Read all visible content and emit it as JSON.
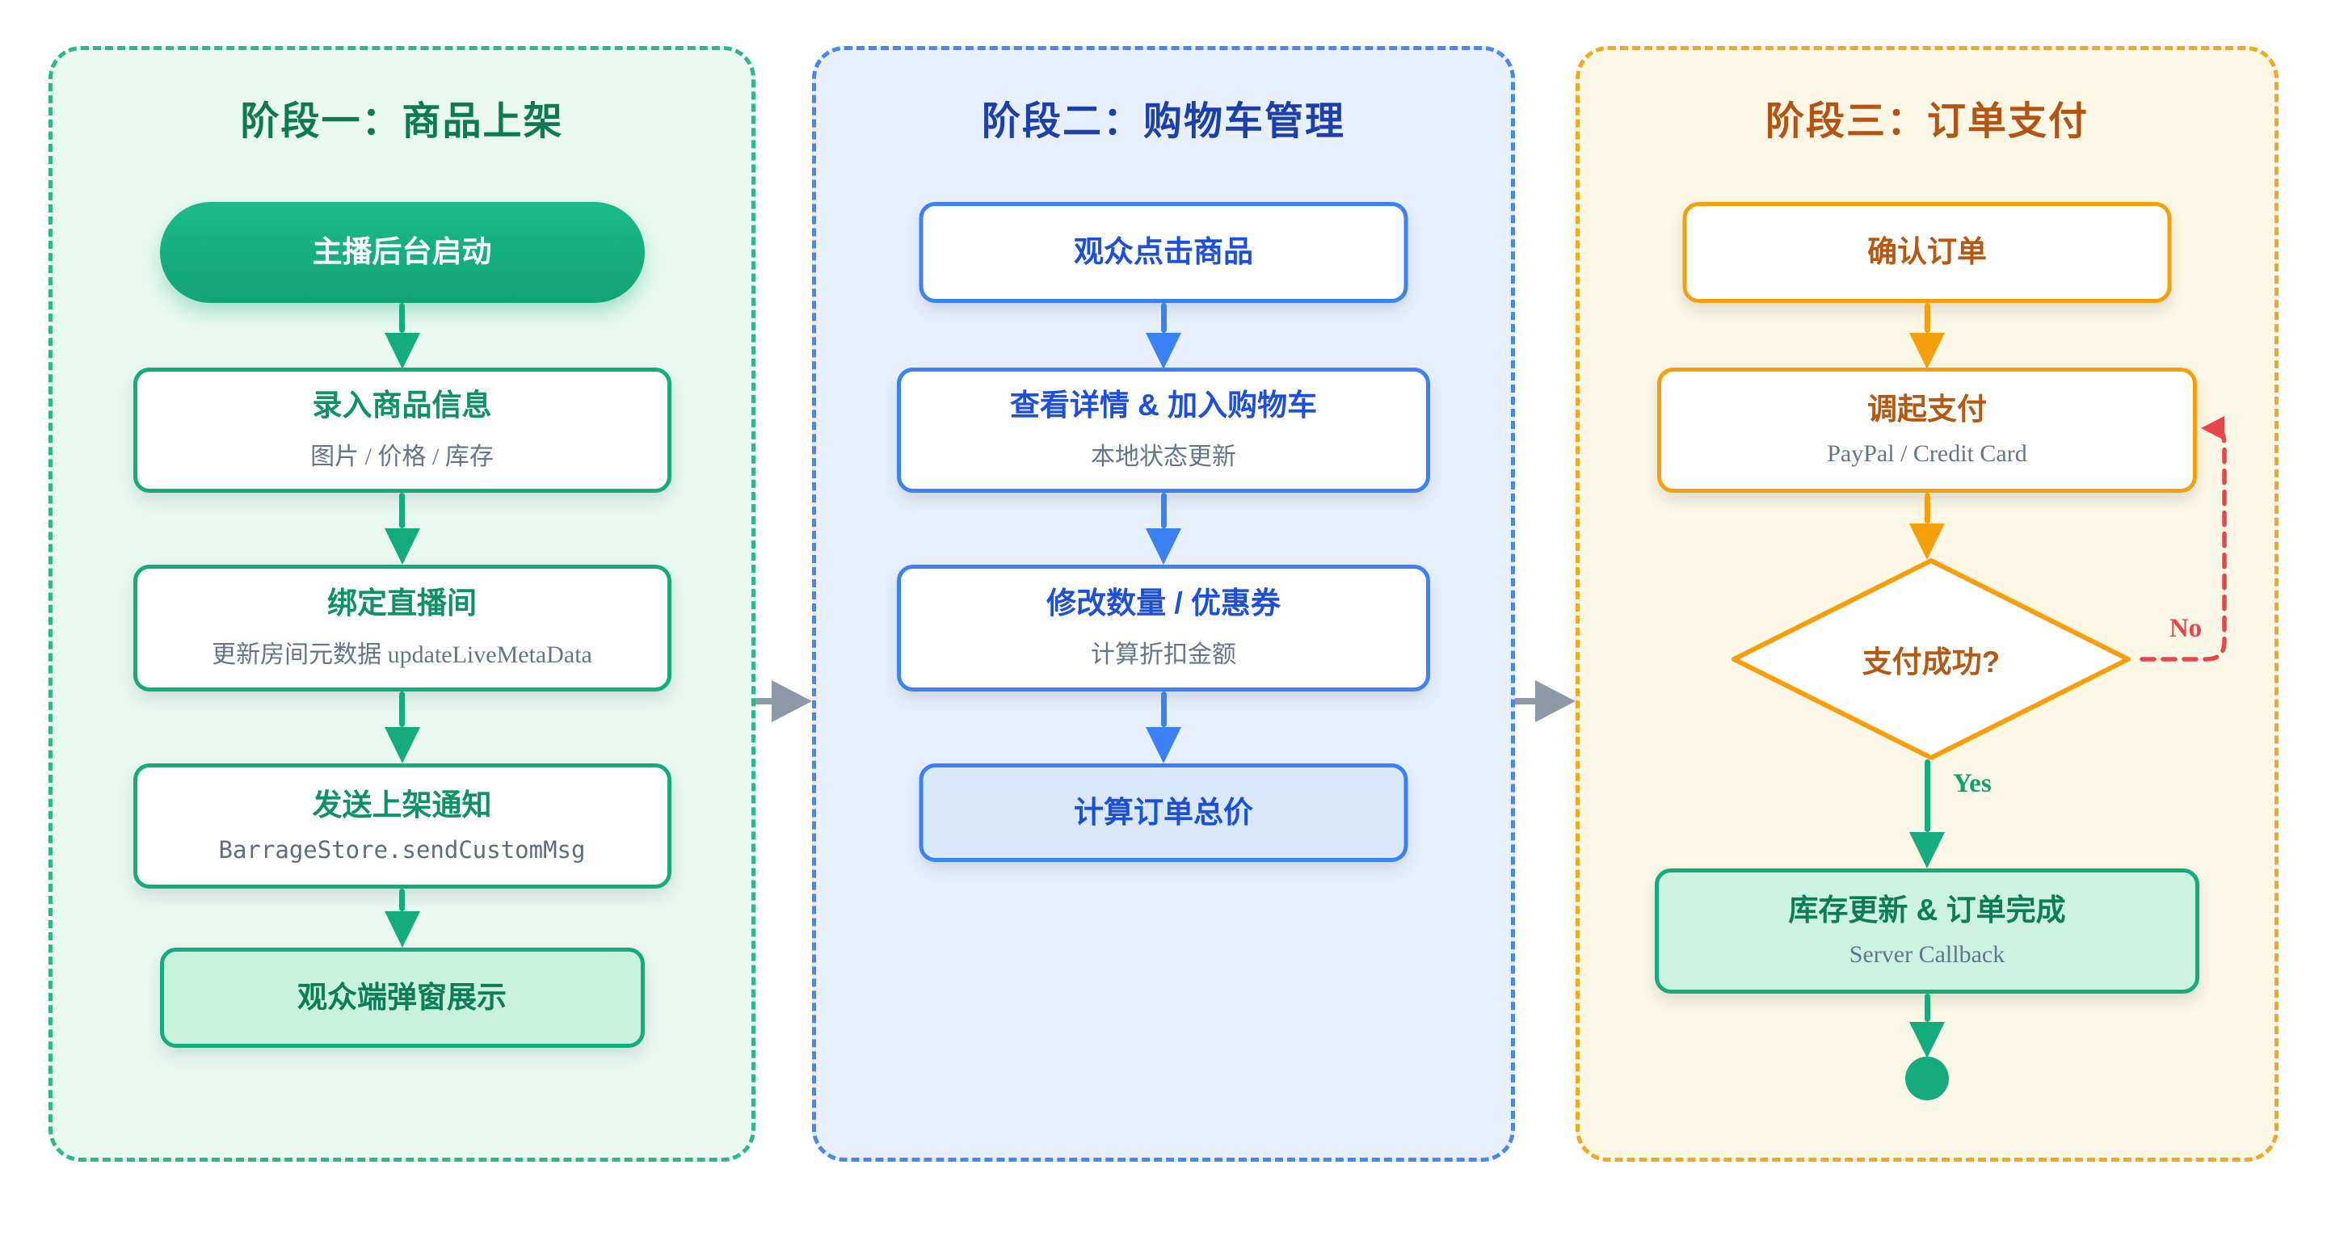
{
  "colors": {
    "stage1_accent": "#14ac7c",
    "stage1_bg": "#e9f9f1",
    "stage2_accent": "#3b82f6",
    "stage2_bg": "#e9f0fd",
    "stage3_accent": "#f5a00b",
    "stage3_bg": "#fdf8e5",
    "no_edge_red": "#e8464e",
    "connector_gray": "#8e99a8"
  },
  "panels": [
    {
      "title": "阶段一：商品上架",
      "nodes": [
        {
          "title": "主播后台启动"
        },
        {
          "title": "录入商品信息",
          "subtitle": "图片 / 价格 / 库存"
        },
        {
          "title": "绑定直播间",
          "subtitle": "更新房间元数据 updateLiveMetaData"
        },
        {
          "title": "发送上架通知",
          "subtitle": "BarrageStore.sendCustomMsg"
        },
        {
          "title": "观众端弹窗展示"
        }
      ]
    },
    {
      "title": "阶段二：购物车管理",
      "nodes": [
        {
          "title": "观众点击商品"
        },
        {
          "title": "查看详情 & 加入购物车",
          "subtitle": "本地状态更新"
        },
        {
          "title": "修改数量 / 优惠券",
          "subtitle": "计算折扣金额"
        },
        {
          "title": "计算订单总价"
        }
      ]
    },
    {
      "title": "阶段三：订单支付",
      "nodes": [
        {
          "title": "确认订单"
        },
        {
          "title": "调起支付",
          "subtitle": "PayPal / Credit Card"
        },
        {
          "title": "支付成功?"
        },
        {
          "title": "库存更新 & 订单完成",
          "subtitle": "Server Callback"
        }
      ],
      "edge_labels": {
        "yes": "Yes",
        "no": "No"
      }
    }
  ]
}
